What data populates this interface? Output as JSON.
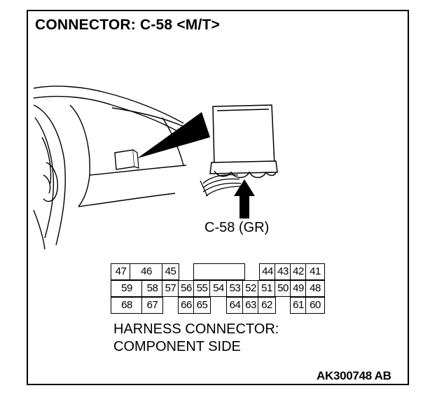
{
  "title": "CONNECTOR: C-58 <M/T>",
  "connector_label": "C-58 (GR)",
  "pins": {
    "row1": [
      "47",
      "46",
      "45",
      "",
      "44",
      "43",
      "42",
      "41"
    ],
    "row2": [
      "59",
      "58",
      "57",
      "56",
      "55",
      "54",
      "53",
      "52",
      "51",
      "50",
      "49",
      "48"
    ],
    "row3": [
      "68",
      "67",
      "",
      "66",
      "65",
      "",
      "64",
      "63",
      "62",
      "",
      "61",
      "60"
    ]
  },
  "caption_line1": "HARNESS CONNECTOR:",
  "caption_line2": "COMPONENT SIDE",
  "figure_code": "AK300748 AB"
}
